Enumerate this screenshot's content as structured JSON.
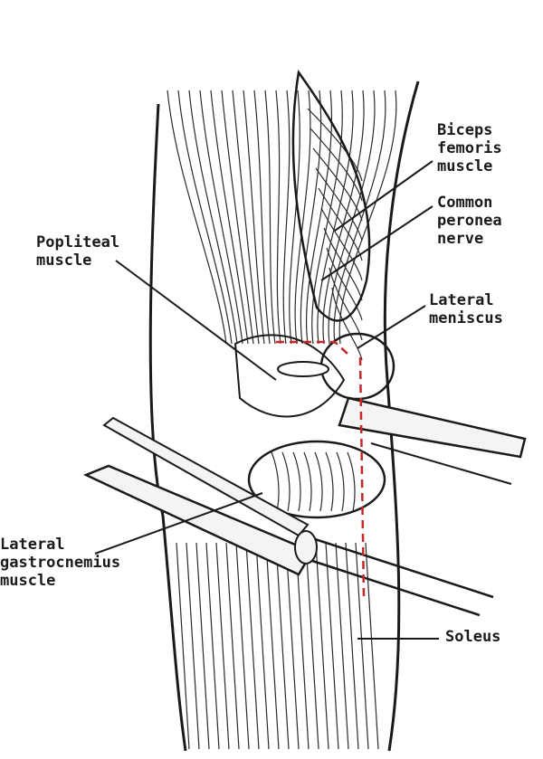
{
  "labels": {
    "biceps": [
      "Biceps",
      "femoris",
      "muscle"
    ],
    "common": [
      "Common",
      "peronea",
      "nerve"
    ],
    "popliteal": [
      "Popliteal",
      "muscle"
    ],
    "meniscus": [
      "Lateral",
      "meniscus"
    ],
    "gastroc": [
      "Lateral",
      "gastrocnemius",
      "muscle"
    ],
    "soleus": [
      "Soleus"
    ]
  },
  "colors": {
    "ink": "#1a1a1a",
    "incision": "#c62828",
    "retractor": "#f4f4f4"
  }
}
